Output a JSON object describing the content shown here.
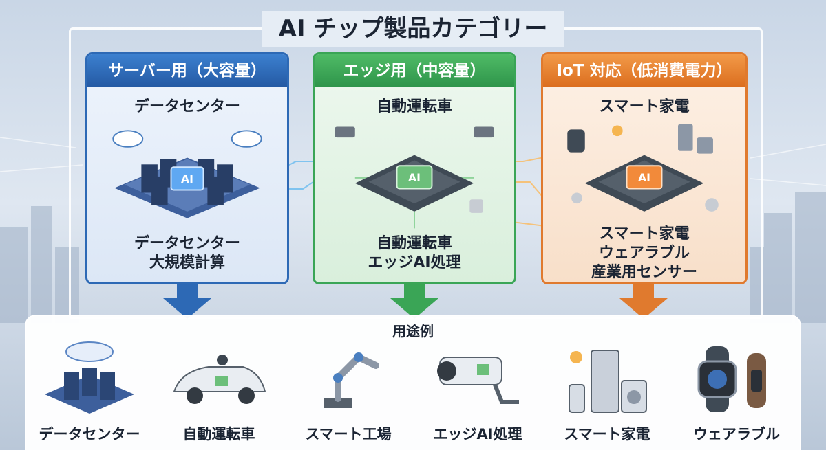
{
  "title": "AI チップ製品カテゴリー",
  "categories": [
    {
      "header": "サーバー用（大容量）",
      "subtitle": "データセンター",
      "chip_label": "AI",
      "descriptions": [
        "データセンター",
        "大規模計算"
      ],
      "color": "#2d69b5"
    },
    {
      "header": "エッジ用（中容量）",
      "subtitle": "自動運転車",
      "chip_label": "AI",
      "descriptions": [
        "自動運転車",
        "エッジAI処理"
      ],
      "color": "#3aa556"
    },
    {
      "header": "IoT 対応（低消費電力）",
      "subtitle": "スマート家電",
      "chip_label": "AI",
      "descriptions": [
        "スマート家電",
        "ウェアラブル",
        "産業用センサー"
      ],
      "color": "#e07a2e"
    }
  ],
  "use_cases": {
    "title": "用途例",
    "items": [
      {
        "label": "データセンター",
        "icon": "server-rack-icon"
      },
      {
        "label": "自動運転車",
        "icon": "autonomous-car-icon"
      },
      {
        "label": "スマート工場",
        "icon": "robot-arm-icon"
      },
      {
        "label": "エッジAI処理",
        "icon": "security-camera-icon"
      },
      {
        "label": "スマート家電",
        "icon": "home-appliances-icon"
      },
      {
        "label": "ウェアラブル",
        "icon": "smartwatch-icon"
      }
    ]
  }
}
